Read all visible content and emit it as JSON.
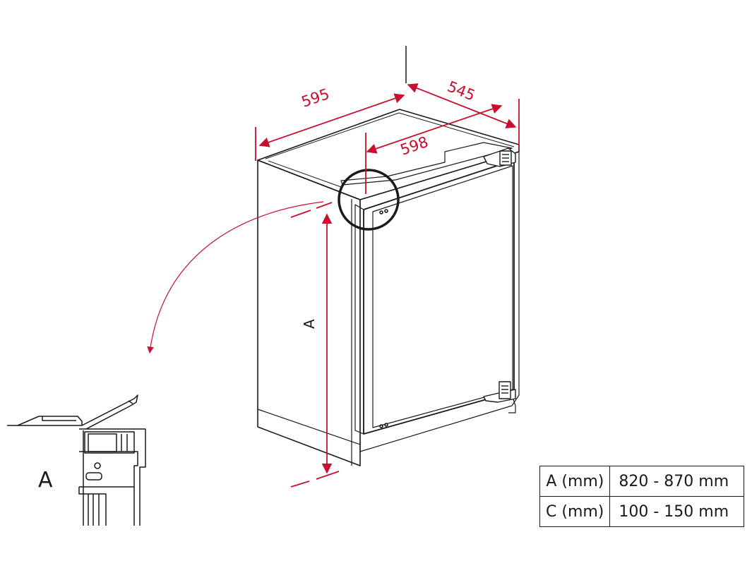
{
  "dimensions": {
    "width": "595",
    "depth": "545",
    "niche_depth": "598",
    "height_label": "A"
  },
  "detail": {
    "label": "A"
  },
  "spec_table": {
    "rows": [
      {
        "key": "A (mm)",
        "value": "820 - 870 mm"
      },
      {
        "key": "C (mm)",
        "value": "100 - 150 mm"
      }
    ]
  },
  "colors": {
    "dimension": "#c8102e",
    "line": "#1a1a1a",
    "background": "#ffffff"
  }
}
